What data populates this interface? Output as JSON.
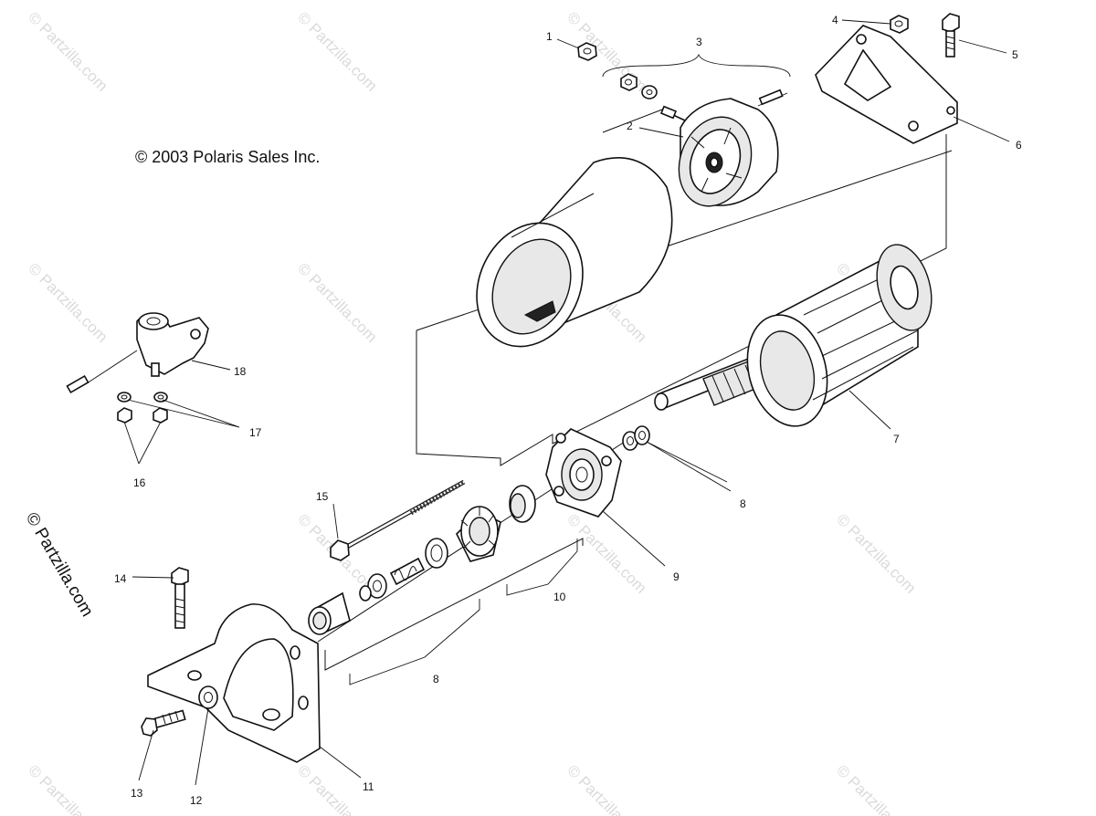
{
  "copyright": "© 2003 Polaris Sales Inc.",
  "watermark": "© Partzilla.com",
  "side_watermark": "© Partzilla.com",
  "callouts": {
    "c1": "1",
    "c2": "2",
    "c3": "3",
    "c4": "4",
    "c5": "5",
    "c6": "6",
    "c7": "7",
    "c8a": "8",
    "c8b": "8",
    "c9": "9",
    "c10": "10",
    "c11": "11",
    "c12": "12",
    "c13": "13",
    "c14": "14",
    "c15": "15",
    "c16": "16",
    "c17": "17",
    "c18": "18"
  }
}
